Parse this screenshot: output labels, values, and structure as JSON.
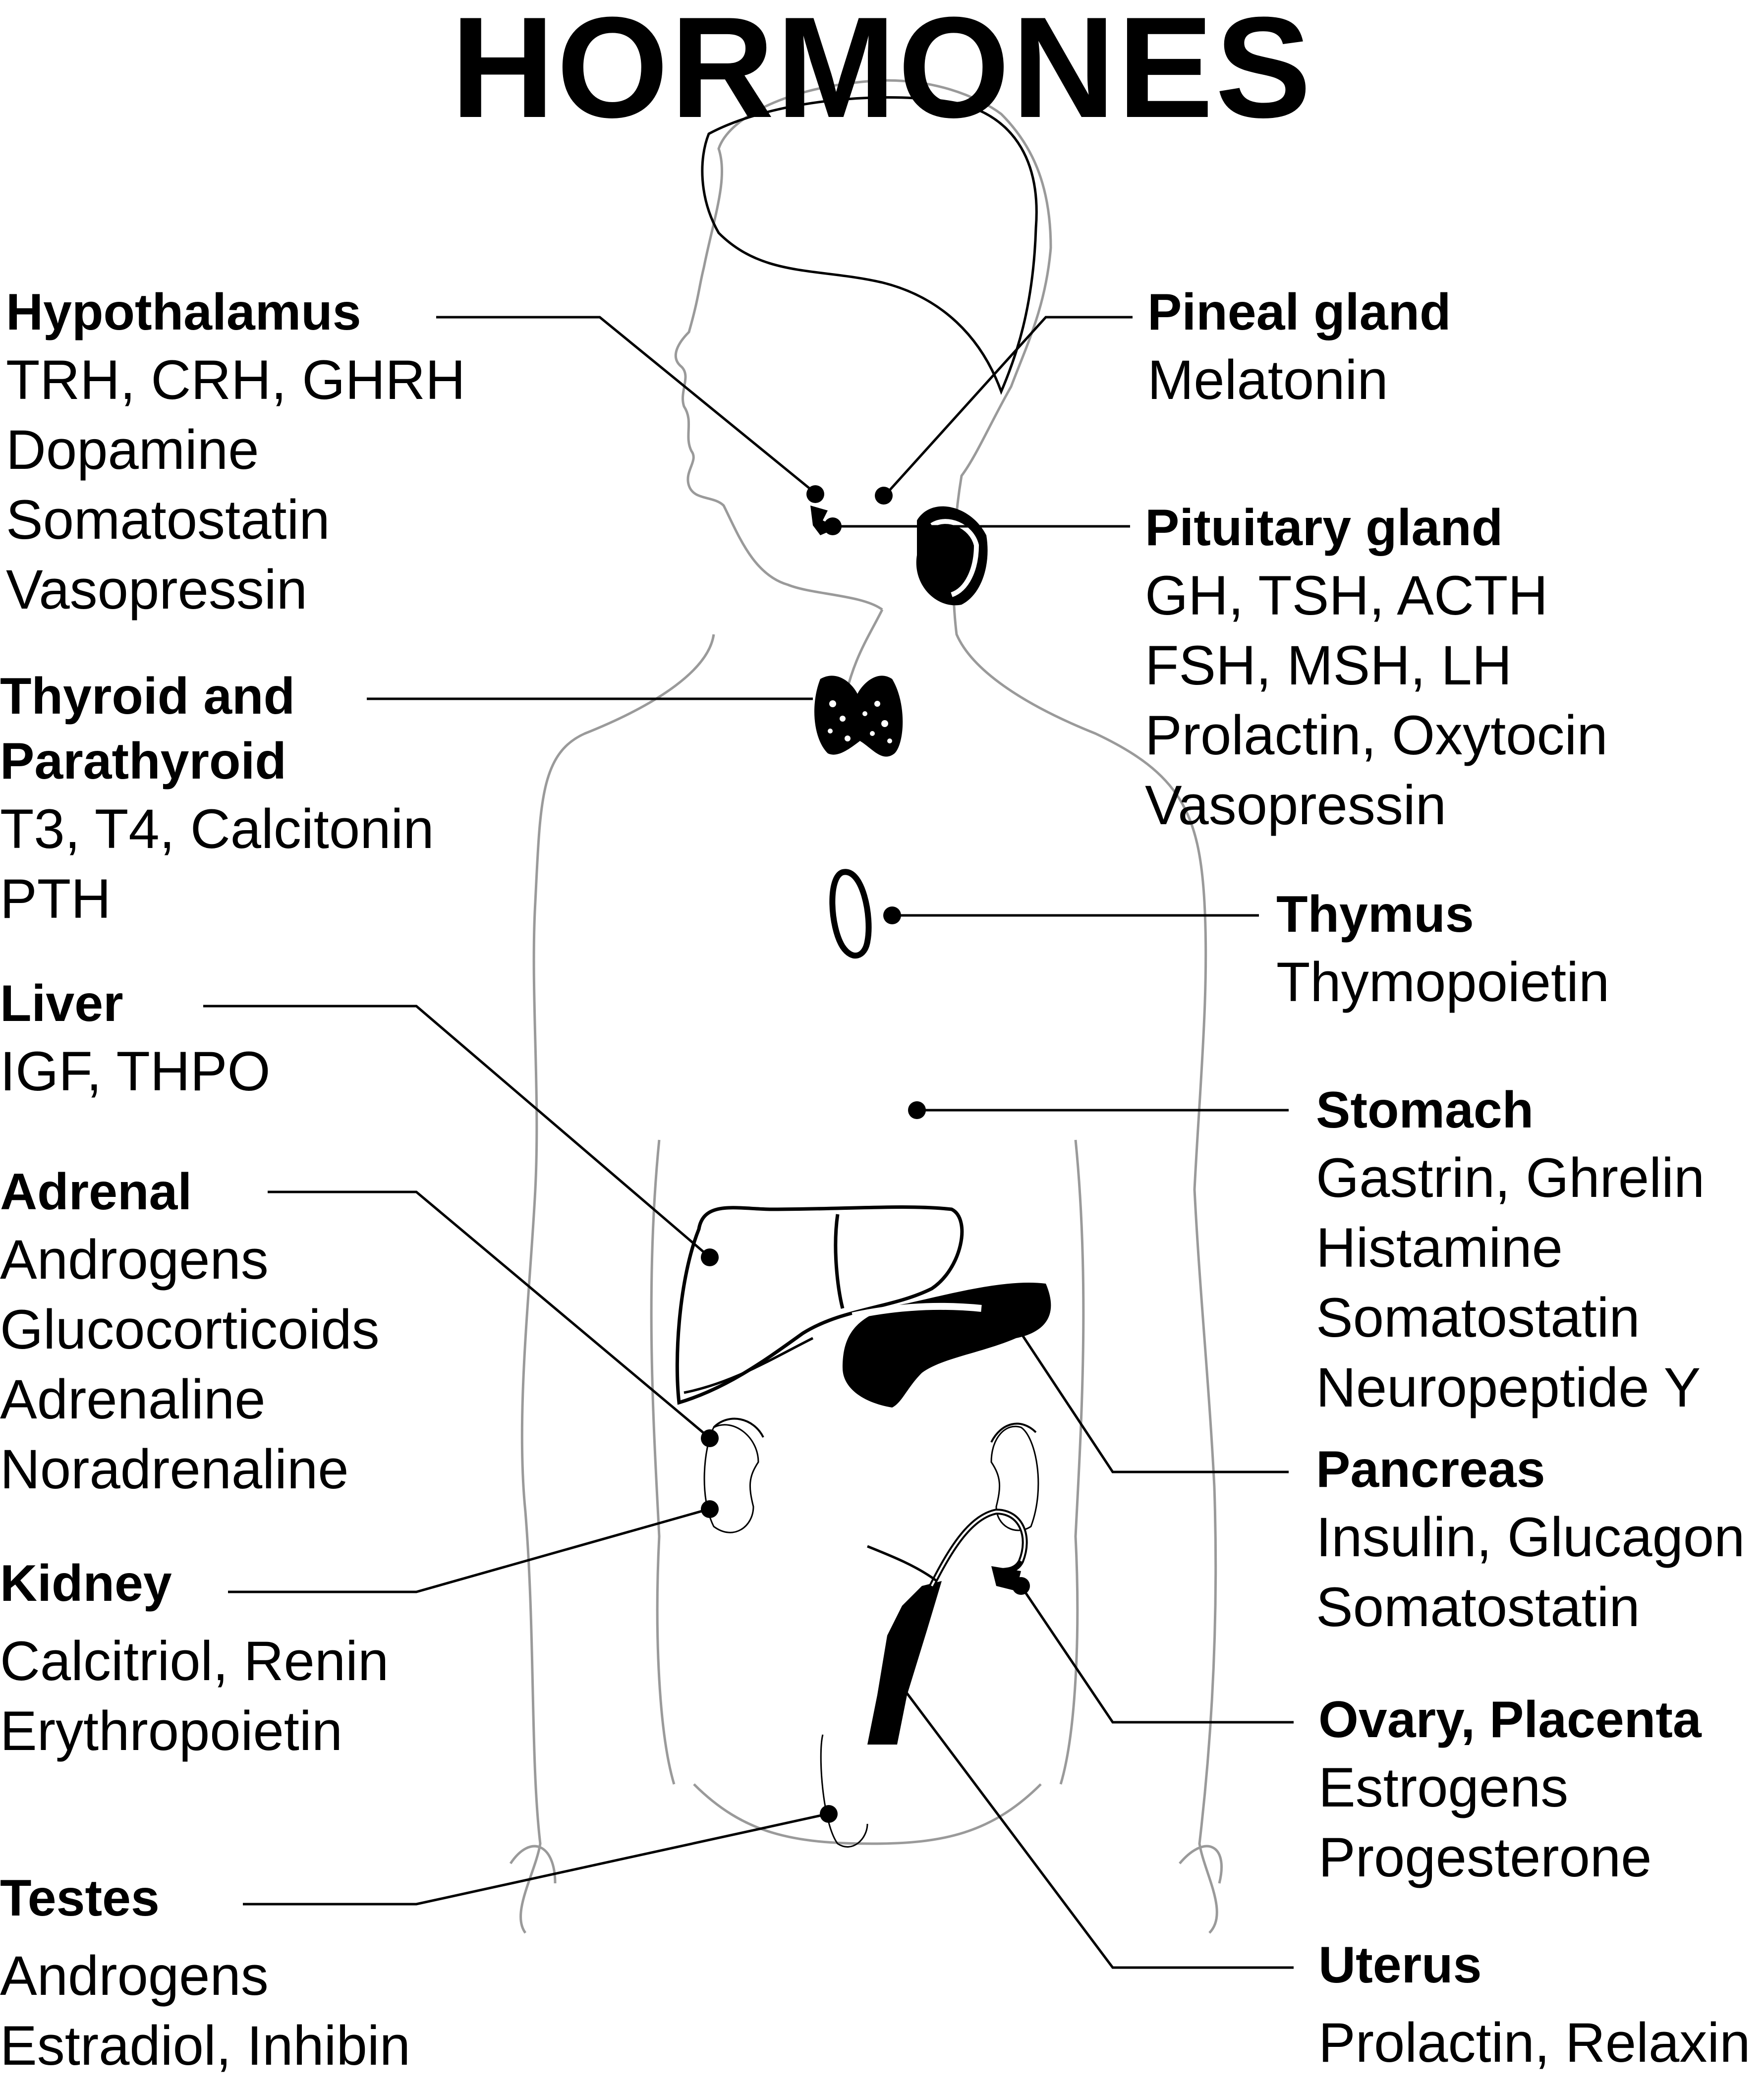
{
  "title": "HORMONES",
  "colors": {
    "ink": "#000000",
    "outline": "#9a9a9a",
    "background": "#ffffff"
  },
  "glands": [
    {
      "id": "hypothalamus",
      "name": "Hypothalamus",
      "hormones": [
        "TRH, CRH, GHRH",
        "Dopamine",
        "Somatostatin",
        "Vasopressin"
      ]
    },
    {
      "id": "thyroid",
      "name": "Thyroid and Parathyroid",
      "name_lines": [
        "Thyroid and",
        "Parathyroid"
      ],
      "hormones": [
        "T3, T4, Calcitonin",
        "PTH"
      ]
    },
    {
      "id": "liver",
      "name": "Liver",
      "hormones": [
        "IGF, THPO"
      ]
    },
    {
      "id": "adrenal",
      "name": "Adrenal",
      "hormones": [
        "Androgens",
        "Glucocorticoids",
        "Adrenaline",
        "Noradrenaline"
      ]
    },
    {
      "id": "kidney",
      "name": "Kidney",
      "hormones": [
        "Calcitriol, Renin",
        "Erythropoietin"
      ]
    },
    {
      "id": "testes",
      "name": "Testes",
      "hormones": [
        "Androgens",
        "Estradiol, Inhibin"
      ]
    },
    {
      "id": "pineal",
      "name": "Pineal gland",
      "hormones": [
        "Melatonin"
      ]
    },
    {
      "id": "pituitary",
      "name": "Pituitary gland",
      "hormones": [
        "GH, TSH, ACTH",
        "FSH, MSH, LH",
        "Prolactin, Oxytocin",
        "Vasopressin"
      ]
    },
    {
      "id": "thymus",
      "name": "Thymus",
      "hormones": [
        "Thymopoietin"
      ]
    },
    {
      "id": "stomach",
      "name": "Stomach",
      "hormones": [
        "Gastrin, Ghrelin",
        "Histamine",
        "Somatostatin",
        "Neuropeptide Y"
      ]
    },
    {
      "id": "pancreas",
      "name": "Pancreas",
      "hormones": [
        "Insulin, Glucagon",
        "Somatostatin"
      ]
    },
    {
      "id": "ovary",
      "name": "Ovary, Placenta",
      "hormones": [
        "Estrogens",
        "Progesterone"
      ]
    },
    {
      "id": "uterus",
      "name": "Uterus",
      "hormones": [
        "Prolactin, Relaxin"
      ]
    }
  ]
}
